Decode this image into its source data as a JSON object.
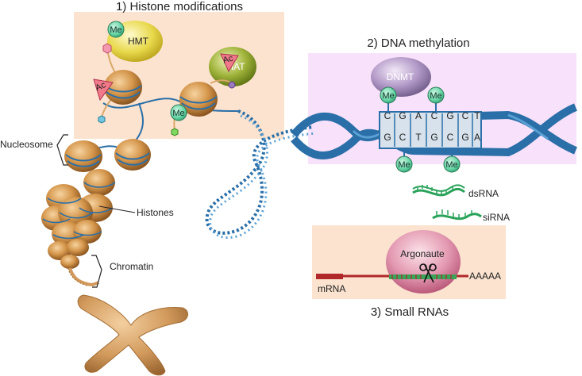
{
  "sections": {
    "histone_title": "1) Histone modifications",
    "dna_title": "2) DNA methylation",
    "rna_title": "3) Small RNAs"
  },
  "enzymes": {
    "hmt": "HMT",
    "hat": "HAT",
    "dnmt": "DNMT",
    "argonaute": "Argonaute"
  },
  "marks": {
    "me": "Me",
    "ac": "Ac"
  },
  "labels": {
    "nucleosome": "Nucleosome",
    "histones": "Histones",
    "chromatin": "Chromatin",
    "dsrna": "dsRNA",
    "sirna": "siRNA",
    "mrna": "mRNA",
    "polya": "AAAAA"
  },
  "dna_bases": {
    "top": [
      "C",
      "G",
      "A",
      "C",
      "G",
      "C",
      "T"
    ],
    "bottom": [
      "G",
      "C",
      "T",
      "G",
      "C",
      "G",
      "A"
    ]
  },
  "colors": {
    "histone_bg": "#fce3cf",
    "dna_bg": "#f8e1fa",
    "rna_bg": "#fbe3cf",
    "dna_blue": "#2a6fa8",
    "me_green": "#5fd1a0",
    "ac_red": "#e85a70",
    "nucleosome_orange": "#c98a3e"
  }
}
